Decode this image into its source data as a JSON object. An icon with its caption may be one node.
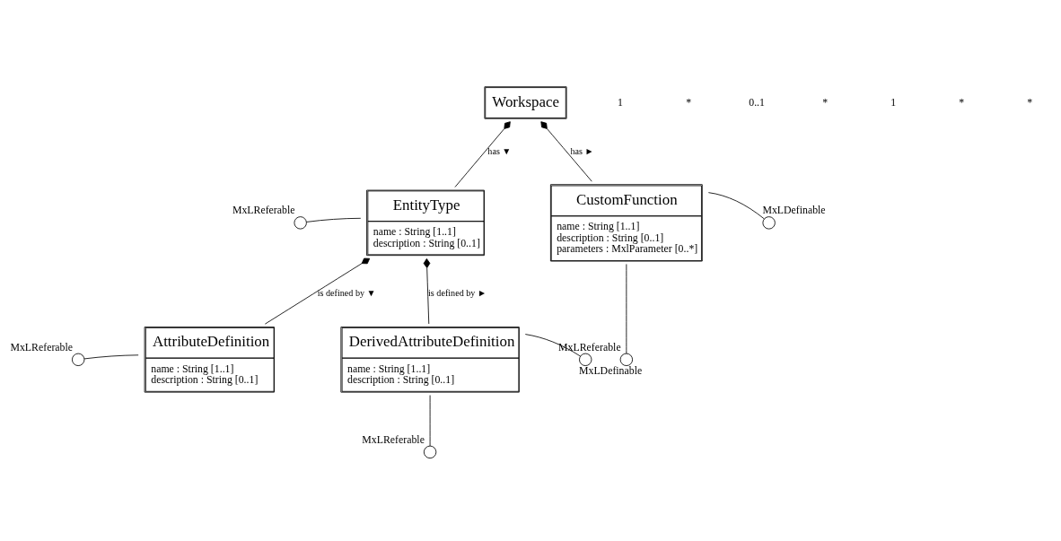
{
  "diagram": {
    "nodes": [
      {
        "text": [
          "Workspace"
        ]
      },
      {
        "text": [
          "EntityType",
          "name : String [1..1]",
          "description : String [0..1]"
        ]
      },
      {
        "text": [
          "CustomFunction",
          "name : String [1..1]",
          "description : String [0..1]",
          "parameters : MxlParameter [0..*]"
        ]
      },
      {
        "text": [
          "AttributeDefinition",
          "name : String [1..1]",
          "description : String [0..1]"
        ]
      },
      {
        "text": [
          "DerivedAttributeDefinition",
          "name : String [1..1]",
          "description : String [0..1]"
        ]
      },
      {
        "text": [],
        "shape": "circle",
        "beside": [
          "MxLReferable"
        ]
      },
      {
        "text": [],
        "shape": "circle",
        "beside": [
          "MxLDefinable"
        ]
      },
      {
        "text": [],
        "shape": "circle",
        "beside": [
          "MxLReferable"
        ]
      },
      {
        "text": [],
        "shape": "circle",
        "beside": [
          "MxLReferable"
        ]
      },
      {
        "text": [],
        "shape": "circle",
        "beside": [
          "MxLDefinable"
        ]
      },
      {
        "text": [],
        "shape": "circle",
        "beside": [
          "MxLReferable"
        ]
      }
    ],
    "edges": [
      {
        "from": 0,
        "to": 1,
        "arrow": "other",
        "label": "has ▼"
      },
      {
        "from": 0,
        "to": 2,
        "arrow": "other",
        "label": "has ►"
      },
      {
        "from": 1,
        "to": 3,
        "arrow": "other",
        "label": "is defined by ▼"
      },
      {
        "from": 1,
        "to": 4,
        "arrow": "other",
        "label": "is defined by ►"
      },
      {
        "from": 5,
        "to": 1,
        "arrow": "none"
      },
      {
        "from": 2,
        "to": 6,
        "arrow": "none"
      },
      {
        "from": 2,
        "to": 7,
        "arrow": "none"
      },
      {
        "from": 8,
        "to": 3,
        "arrow": "none"
      },
      {
        "from": 4,
        "to": 9,
        "arrow": "none"
      },
      {
        "from": 4,
        "to": 10,
        "arrow": "none"
      }
    ],
    "labels": [
      "1",
      "*",
      "0..1",
      "*",
      "1",
      "*",
      "*"
    ]
  }
}
